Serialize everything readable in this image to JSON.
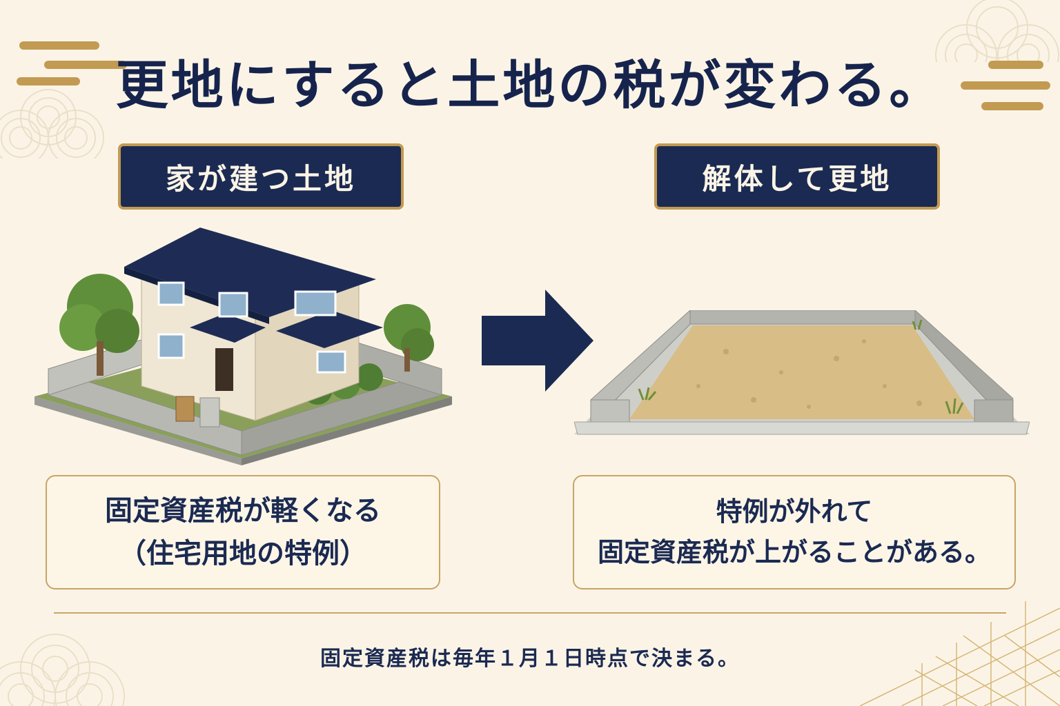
{
  "title": "更地にすると土地の税が変わる。",
  "left": {
    "label": "家が建つ土地",
    "note_line1": "固定資産税が軽くなる",
    "note_line2": "（住宅用地の特例）"
  },
  "right": {
    "label": "解体して更地",
    "note_line1": "特例が外れて",
    "note_line2": "固定資産税が上がることがある。"
  },
  "footer": "固定資産税は毎年１月１日時点で決まる。",
  "colors": {
    "navy": "#1b2a52",
    "gold": "#c29a52",
    "background": "#fbf4e6"
  }
}
